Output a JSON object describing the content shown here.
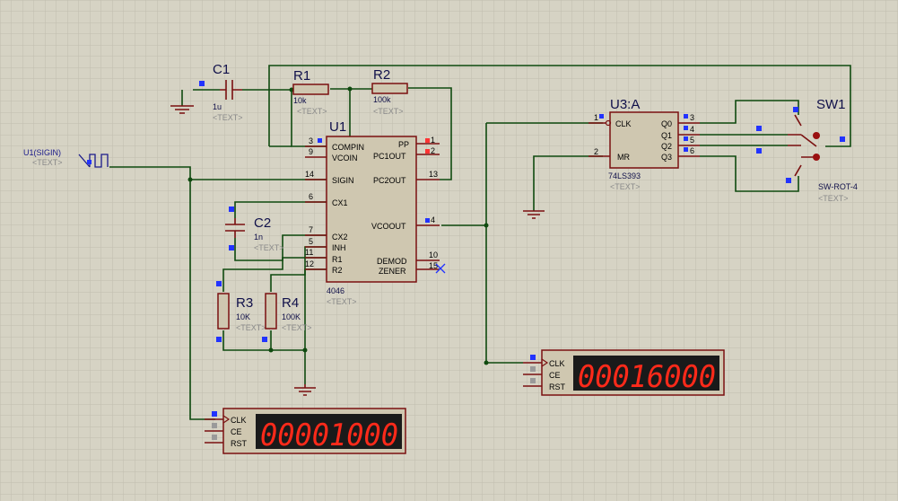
{
  "colors": {
    "background": "#d6d3c4",
    "wire": "#0f4a0f",
    "component": "#7a1010",
    "display_digit": "#ff2a1a",
    "marker": "#2233ff"
  },
  "placeholder": "<TEXT>",
  "generator": {
    "label": "U1(SIGIN)"
  },
  "c1": {
    "ref": "C1",
    "value": "1u"
  },
  "r1": {
    "ref": "R1",
    "value": "10k"
  },
  "r2": {
    "ref": "R2",
    "value": "100k"
  },
  "c2": {
    "ref": "C2",
    "value": "1n"
  },
  "r3": {
    "ref": "R3",
    "value": "10K"
  },
  "r4": {
    "ref": "R4",
    "value": "100K"
  },
  "u1": {
    "ref": "U1",
    "part": "4046",
    "pins_left": [
      {
        "num": "3",
        "name": "COMPIN"
      },
      {
        "num": "9",
        "name": "VCOIN"
      },
      {
        "num": "14",
        "name": "SIGIN"
      },
      {
        "num": "6",
        "name": "CX1"
      },
      {
        "num": "7",
        "name": "CX2"
      },
      {
        "num": "5",
        "name": "INH"
      },
      {
        "num": "11",
        "name": "R1"
      },
      {
        "num": "12",
        "name": "R2"
      }
    ],
    "pins_right": [
      {
        "num": "1",
        "name": "PP"
      },
      {
        "num": "2",
        "name": "PC1OUT"
      },
      {
        "num": "13",
        "name": "PC2OUT"
      },
      {
        "num": "4",
        "name": "VCOOUT"
      },
      {
        "num": "10",
        "name": "DEMOD"
      },
      {
        "num": "15",
        "name": "ZENER"
      }
    ]
  },
  "u3": {
    "ref": "U3:A",
    "part": "74LS393",
    "pins_left": [
      {
        "num": "1",
        "name": "CLK"
      },
      {
        "num": "2",
        "name": "MR"
      }
    ],
    "pins_right": [
      {
        "num": "3",
        "name": "Q0"
      },
      {
        "num": "4",
        "name": "Q1"
      },
      {
        "num": "5",
        "name": "Q2"
      },
      {
        "num": "6",
        "name": "Q3"
      }
    ]
  },
  "sw1": {
    "ref": "SW1",
    "part": "SW-ROT-4"
  },
  "counter_top": {
    "pins": [
      "CLK",
      "CE",
      "RST"
    ],
    "reading": "00016000"
  },
  "counter_bottom": {
    "pins": [
      "CLK",
      "CE",
      "RST"
    ],
    "reading": "00001000"
  }
}
